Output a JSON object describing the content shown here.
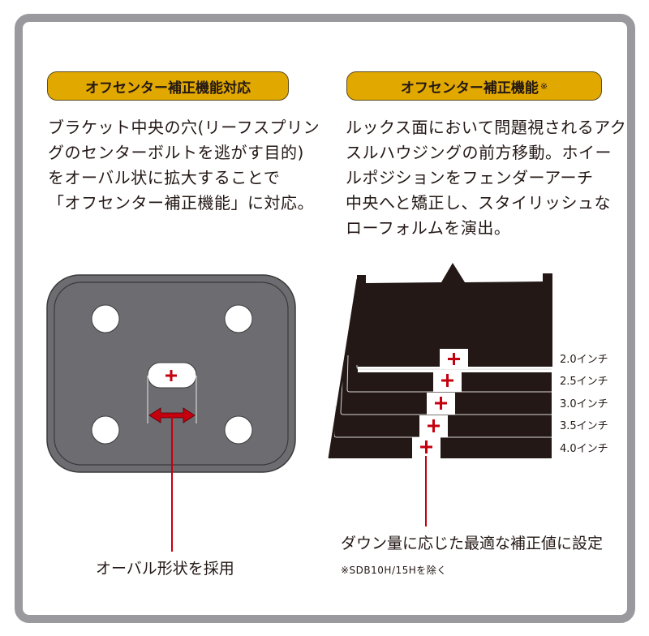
{
  "left_panel": {
    "heading": "オフセンター補正機能対応",
    "description_lines": [
      "ブラケット中央の穴(リーフスプリン",
      "グのセンターボルトを逃がす目的)",
      "をオーバル状に拡大することで",
      "「オフセンター補正機能」に対応。"
    ],
    "caption": "オーバル形状を採用"
  },
  "right_panel": {
    "heading": "オフセンター補正機能",
    "heading_note_mark": "※",
    "description_lines": [
      "ルックス面において問題視されるアク",
      "スルハウジングの前方移動。ホイー",
      "ルポジションをフェンダーアーチ",
      "中央へと矯正し、スタイリッシュな",
      "ローフォルムを演出。"
    ],
    "drop_levels": [
      "2.0インチ",
      "2.5インチ",
      "3.0インチ",
      "3.5インチ",
      "4.0インチ"
    ],
    "caption": "ダウン量に応じた最適な補正値に設定",
    "footnote": "※SDB10H/15Hを除く"
  },
  "colors": {
    "frame_border": "#9a999e",
    "heading_fill": "#e1a800",
    "plate_fill": "#6d6c71",
    "bracket_fill": "#231815",
    "accent_red": "#c4000f"
  }
}
